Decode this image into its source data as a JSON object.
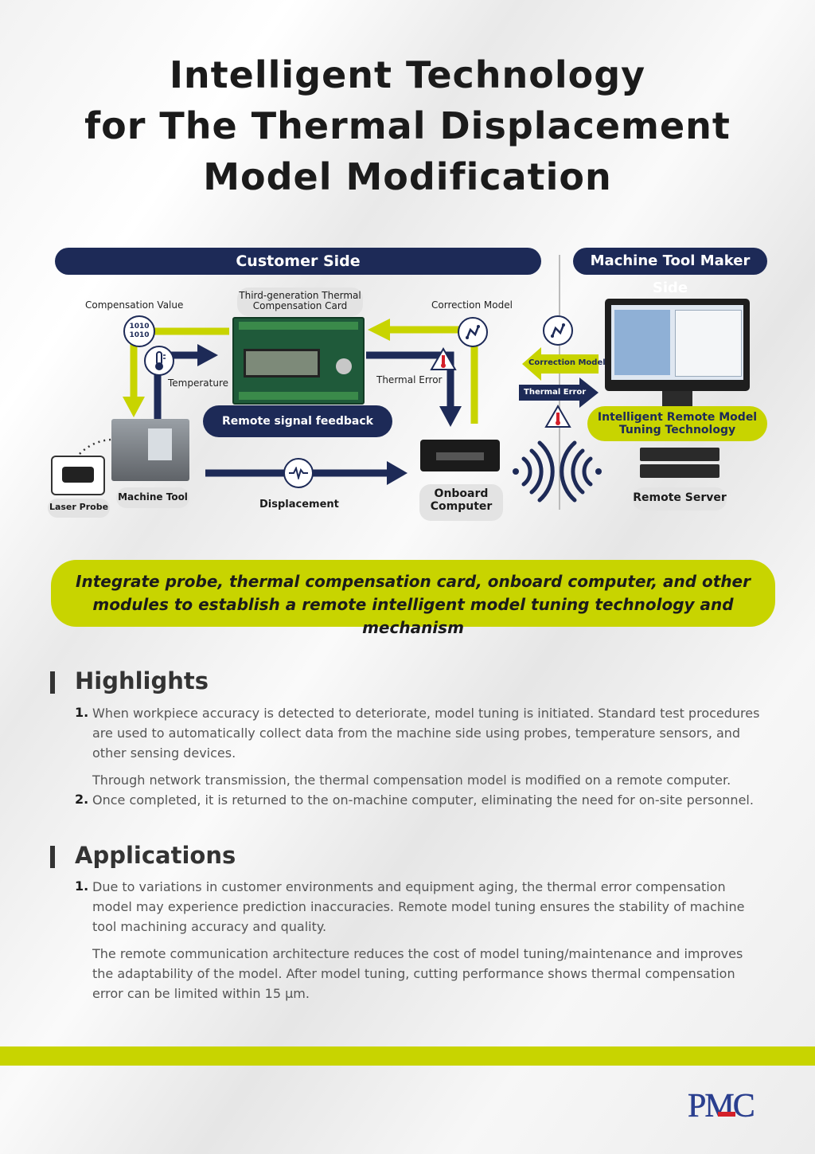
{
  "title": {
    "line1": "Intelligent Technology",
    "line2": "for The Thermal Displacement",
    "line3": "Model Modification"
  },
  "diagram": {
    "customer_side": "Customer Side",
    "maker_side": "Machine Tool Maker Side",
    "compensation_value": "Compensation Value",
    "binary_icon_text": "1010 1010",
    "card_label_line1": "Third-generation Thermal",
    "card_label_line2": "Compensation Card",
    "correction_model_top": "Correction Model",
    "temperature": "Temperature",
    "thermal_error_mid": "Thermal Error",
    "remote_signal_feedback": "Remote signal feedback",
    "machine_tool": "Machine Tool",
    "laser_probe": "Laser Probe",
    "displacement": "Displacement",
    "onboard_line1": "Onboard",
    "onboard_line2": "Computer",
    "correction_model_arrow": "Correction Model",
    "thermal_error_arrow": "Thermal Error",
    "remote_tech_line1": "Intelligent Remote Model",
    "remote_tech_line2": "Tuning Technology",
    "remote_server": "Remote Server"
  },
  "banner": {
    "line1": "Integrate probe, thermal compensation card, onboard computer, and other",
    "line2": "modules to establish a remote intelligent model tuning technology and mechanism"
  },
  "highlights": {
    "heading": "Highlights",
    "item1_num": "1.",
    "item1_l1": "When workpiece accuracy is detected to deteriorate, model tuning is initiated. Standard test procedures",
    "item1_l2": "are used to automatically collect data from the machine side using probes, temperature sensors, and",
    "item1_l3": "other sensing devices.",
    "item1_l4": "Through network transmission, the thermal compensation model is modified on a remote computer.",
    "item2_num": "2.",
    "item2_l1": "Once completed, it is returned to the on-machine computer, eliminating the need for on-site personnel."
  },
  "applications": {
    "heading": "Applications",
    "item1_num": "1.",
    "item1_l1": "Due to variations in customer environments and equipment aging, the thermal error compensation",
    "item1_l2": "model may experience prediction inaccuracies. Remote model tuning ensures the stability of machine",
    "item1_l3": "tool machining accuracy and quality.",
    "item1_l4": "The remote communication architecture reduces the cost of model tuning/maintenance and improves",
    "item1_l5": "the adaptability of the model. After model tuning, cutting performance shows thermal compensation",
    "item1_l6": "error can be limited within 15 µm."
  },
  "logo": {
    "text": "PMC"
  },
  "colors": {
    "navy": "#1d2a57",
    "lime": "#c8d400",
    "logo_red": "#d4202a",
    "logo_blue": "#2a3f8f"
  }
}
